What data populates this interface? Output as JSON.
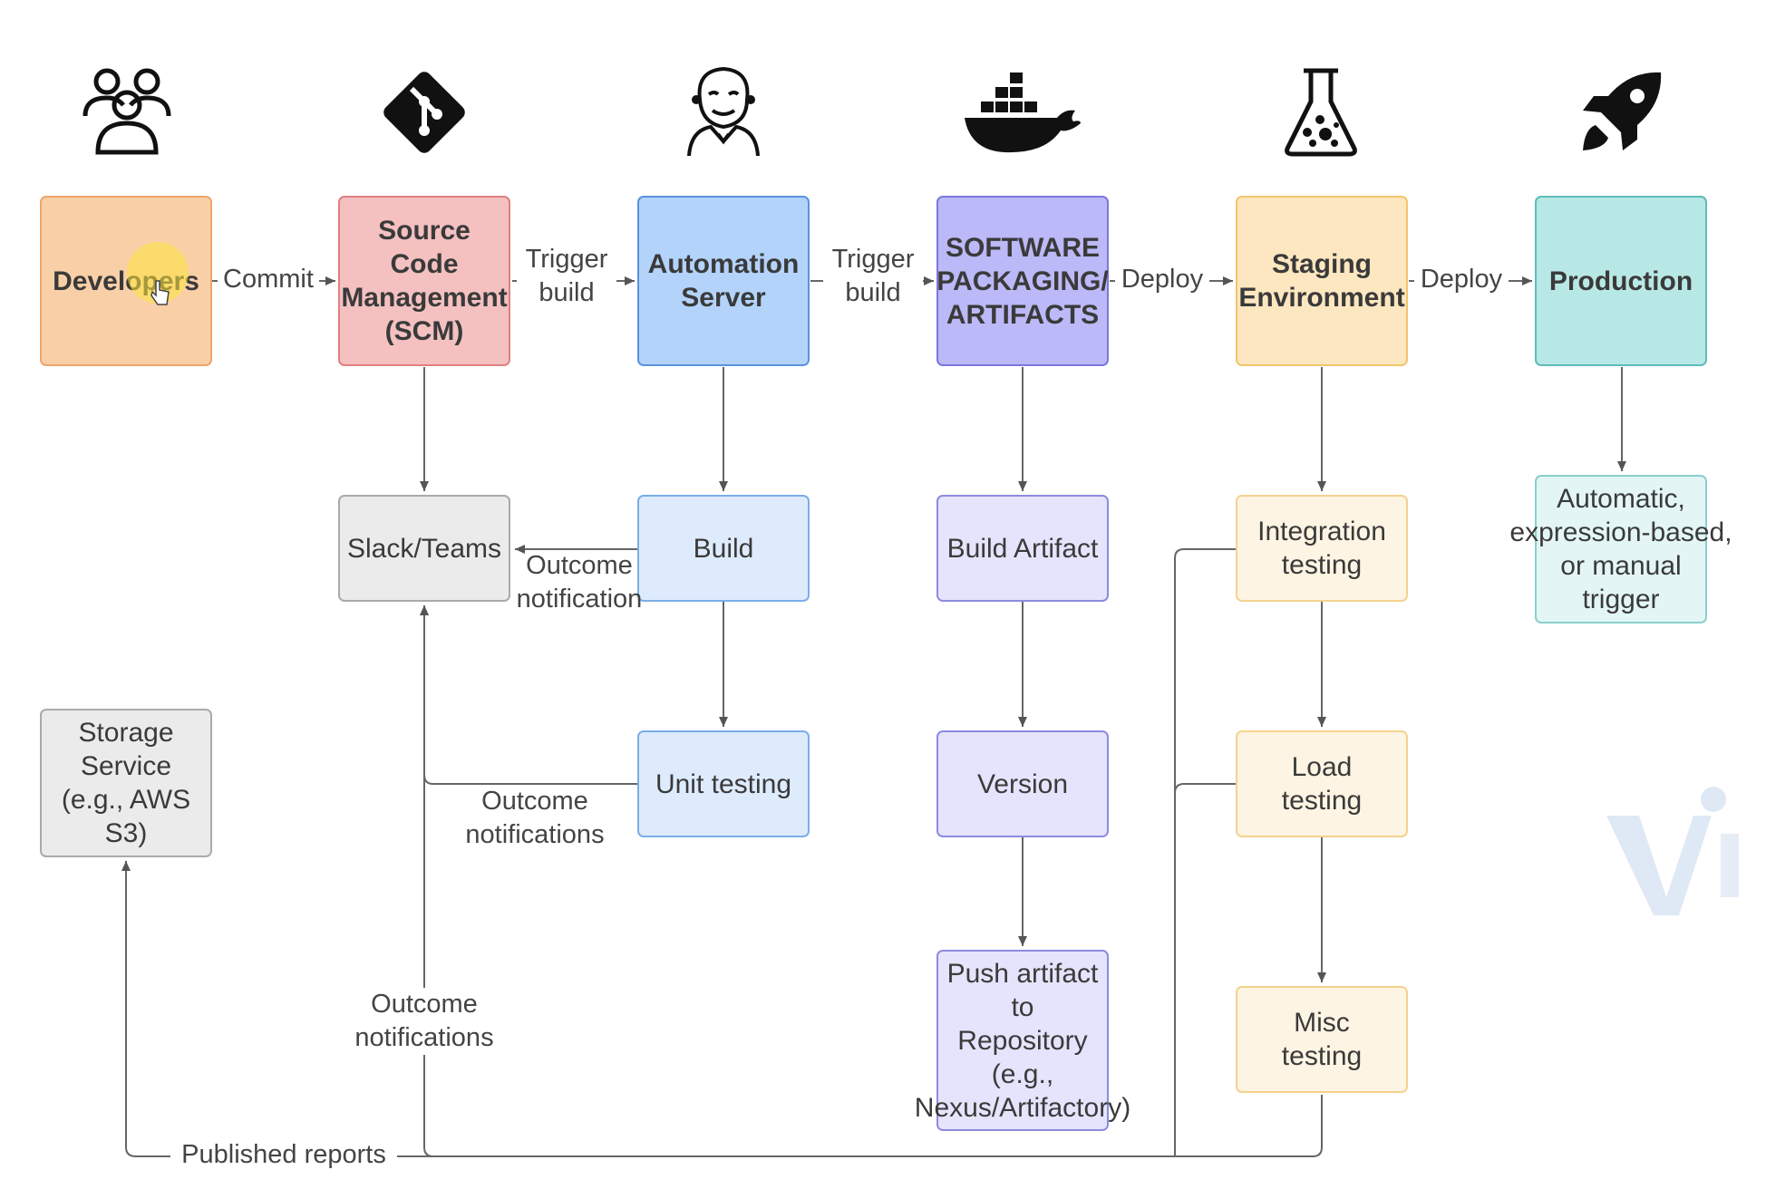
{
  "nodes": {
    "developers": "Developers",
    "scm": "Source\nCode\nManagement\n(SCM)",
    "automation_server": "Automation\nServer",
    "packaging": "SOFTWARE\nPACKAGING/\nARTIFACTS",
    "staging": "Staging\nEnvironment",
    "production": "Production",
    "slack_teams": "Slack/Teams",
    "build": "Build",
    "unit_testing": "Unit testing",
    "build_artifact": "Build Artifact",
    "version": "Version",
    "push_artifact": "Push artifact\nto\nRepository\n(e.g.,\nNexus/Artifactory)",
    "integration_testing": "Integration\ntesting",
    "load_testing": "Load\ntesting",
    "misc_testing": "Misc\ntesting",
    "trigger_desc": "Automatic,\nexpression-based,\nor manual\ntrigger",
    "storage": "Storage\nService\n(e.g., AWS\nS3)"
  },
  "edge_labels": {
    "commit": "Commit",
    "trigger_build_1": "Trigger\nbuild",
    "trigger_build_2": "Trigger\nbuild",
    "deploy_1": "Deploy",
    "deploy_2": "Deploy",
    "outcome_notification": "Outcome\nnotification",
    "outcome_notifications_unit": "Outcome\nnotifications",
    "outcome_notifications_bottom": "Outcome\nnotifications",
    "published_reports": "Published reports"
  },
  "icons": [
    "people-group-icon",
    "git-icon",
    "jenkins-icon",
    "docker-whale-icon",
    "flask-icon",
    "rocket-icon"
  ],
  "colors": {
    "developers": "#f9cfa8",
    "scm": "#f4c0c0",
    "automation": "#b3d3fa",
    "packaging": "#bbb9f7",
    "staging": "#fde7c0",
    "production": "#b8e8e6",
    "line": "#555555"
  }
}
